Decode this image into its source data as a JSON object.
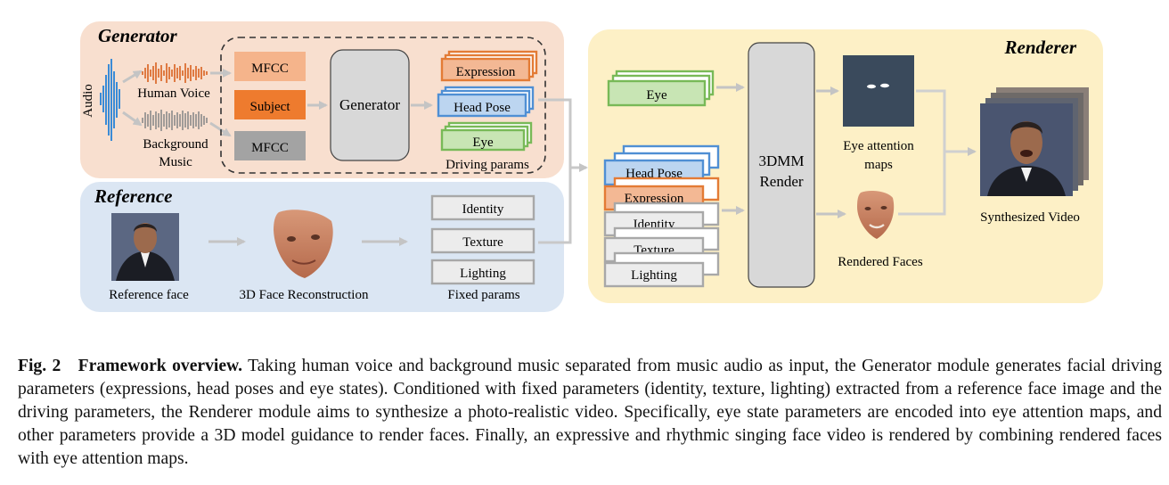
{
  "generator": {
    "title": "Generator",
    "audio_label": "Audio",
    "human_voice": "Human Voice",
    "background_music_line1": "Background",
    "background_music_line2": "Music",
    "mfcc_top": "MFCC",
    "subject": "Subject",
    "mfcc_bottom": "MFCC",
    "generator_block": "Generator",
    "expression": "Expression",
    "head_pose": "Head Pose",
    "eye": "Eye",
    "driving_params": "Driving params"
  },
  "reference": {
    "title": "Reference",
    "reference_face": "Reference face",
    "reconstruction": "3D Face Reconstruction",
    "identity": "Identity",
    "texture": "Texture",
    "lighting": "Lighting",
    "fixed_params": "Fixed params"
  },
  "renderer": {
    "title": "Renderer",
    "eye": "Eye",
    "head_pose": "Head Pose",
    "expression": "Expression",
    "identity": "Identity",
    "texture": "Texture",
    "lighting": "Lighting",
    "render_line1": "3DMM",
    "render_line2": "Render",
    "eye_attention_line1": "Eye attention",
    "eye_attention_line2": "maps",
    "rendered_faces": "Rendered Faces",
    "synthesized_video": "Synthesized Video"
  },
  "caption": {
    "fig_label": "Fig. 2",
    "heading": "Framework overview.",
    "body": "Taking human voice and background music separated from music audio as input, the Generator module generates facial driving parameters (expressions, head poses and eye states). Conditioned with fixed parameters (identity, texture, lighting) extracted from a reference face image and the driving parameters, the Renderer module aims to synthesize a photo-realistic video. Specifically, eye state parameters are encoded into eye attention maps, and other parameters provide a 3D model guidance to render faces. Finally, an expressive and rhythmic singing face video is rendered by combining rendered faces with eye attention maps."
  },
  "colors": {
    "generator_bg": "#f8dfcf",
    "reference_bg": "#dbe6f3",
    "renderer_bg": "#fdf0c6",
    "orange": "#e37b35",
    "blue": "#4f8fd4",
    "green": "#78b957",
    "gray": "#a8a8a8",
    "navy_map": "#3a4a5c"
  }
}
